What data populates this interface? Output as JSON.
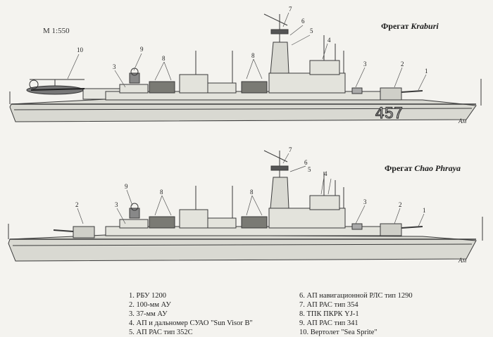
{
  "scale_label": "М 1:550",
  "ships": [
    {
      "title_prefix": "Фрегат",
      "title_name": "Kraburi",
      "hull_number": "457"
    },
    {
      "title_prefix": "Фрегат",
      "title_name": "Chao Phraya",
      "hull_number": ""
    }
  ],
  "legend_left": [
    "1. РБУ 1200",
    "2. 100-мм АУ",
    "3. 37-мм АУ",
    "4. АП и дальномер СУАО \"Sun Visor B\"",
    "5. АП РАС тип 352С"
  ],
  "legend_right": [
    "6. АП навигационной РЛС тип 1290",
    "7. АП РАС тип 354",
    "8. ТПК ПКРК YJ-1",
    "9. АП РАС тип 341",
    "10. Вертолет \"Sea Sprite\""
  ],
  "signature": "Ам",
  "colors": {
    "line": "#3a3a3a",
    "hull": "#dcdcd6",
    "dark": "#555"
  }
}
